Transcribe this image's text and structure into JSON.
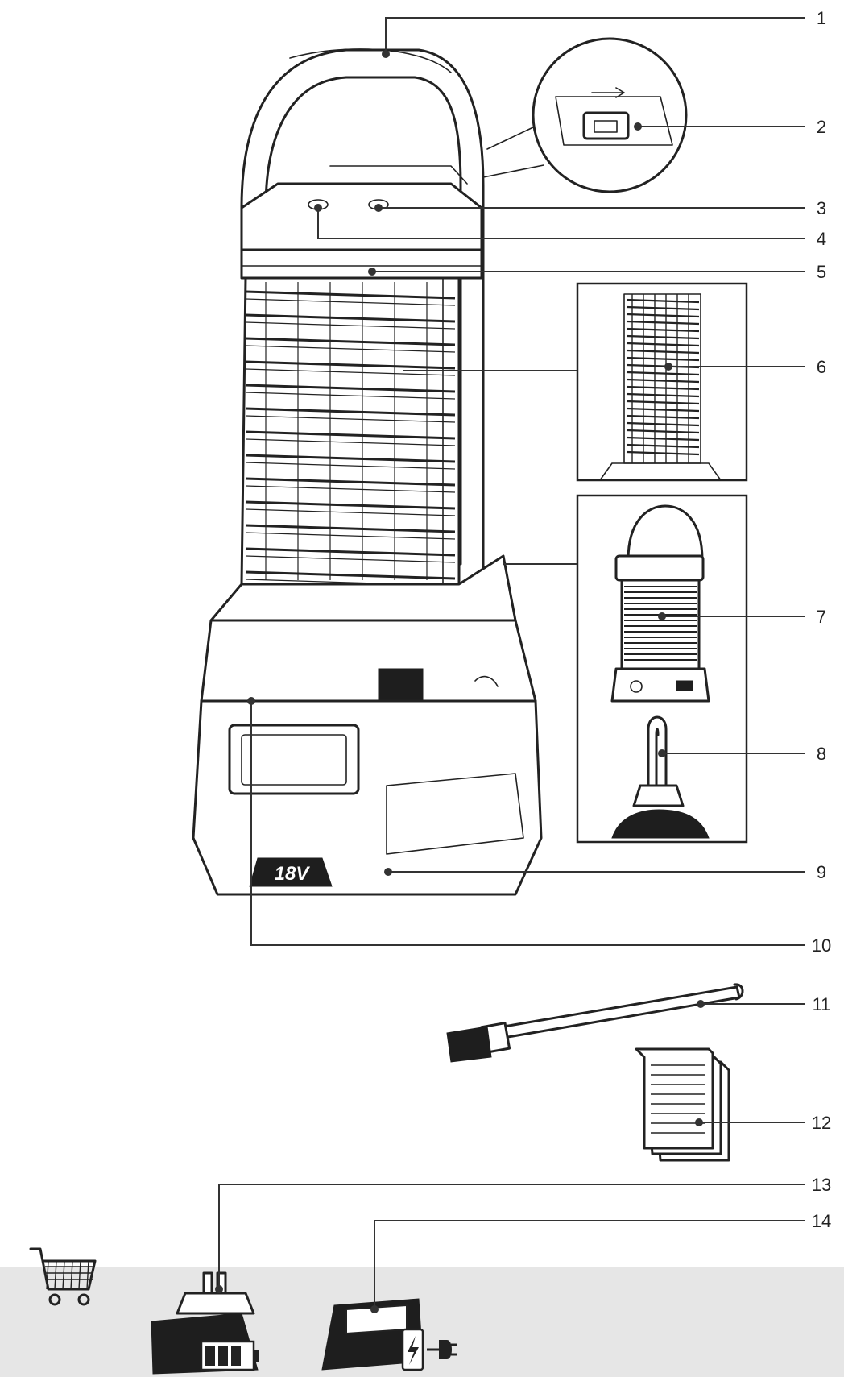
{
  "figure": {
    "callouts": [
      "1",
      "2",
      "3",
      "4",
      "5",
      "6",
      "7",
      "8",
      "9",
      "10",
      "11",
      "12",
      "13",
      "14"
    ],
    "battery_label": "18V",
    "icons": {
      "usb": "usb-icon",
      "cart": "shopping-cart-icon",
      "battery": "battery-icon",
      "charger": "charger-icon",
      "plug": "plug-icon",
      "lightning": "lightning-icon",
      "document": "document-icon",
      "brush": "brush-icon"
    },
    "colors": {
      "ink": "#222222",
      "accessory_band": "#e6e6e6"
    }
  }
}
